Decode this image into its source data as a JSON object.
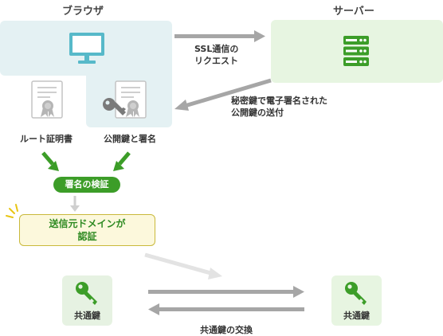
{
  "browser": {
    "title": "ブラウザ",
    "icon": "monitor-icon"
  },
  "server": {
    "title": "サーバー",
    "icon": "server-icon"
  },
  "arrows": {
    "ssl_request_line1": "SSL通信の",
    "ssl_request_line2": "リクエスト",
    "signed_cert_line1": "秘密鍵で電子署名された",
    "signed_cert_line2": "公開鍵の送付",
    "key_exchange": "共通鍵の交換"
  },
  "certs": {
    "root_cert": "ルート証明書",
    "public_key_signature": "公開鍵と署名"
  },
  "verify_badge": "署名の検証",
  "auth_box": {
    "line1": "送信元ドメインが",
    "line2": "認証"
  },
  "shared_key_left": "共通鍵",
  "shared_key_right": "共通鍵",
  "colors": {
    "browser_bg": "#e4f1f3",
    "server_bg": "#e7f5e1",
    "accent_green": "#3c9d28",
    "arrow_gray": "#a6a6a6",
    "monitor_teal": "#57b9c9"
  }
}
